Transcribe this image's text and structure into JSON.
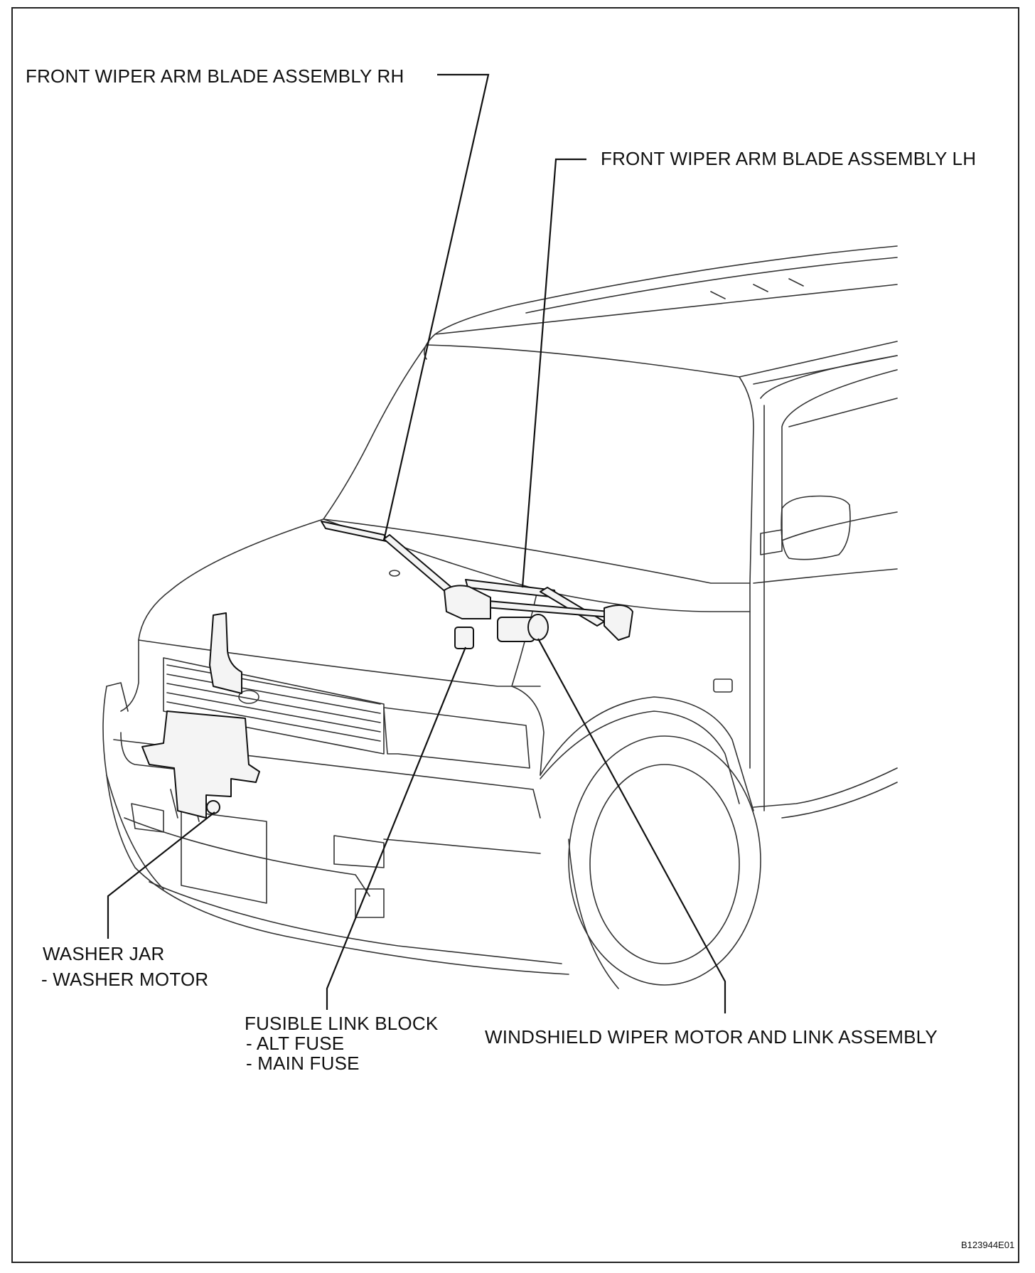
{
  "labels": {
    "rh_blade": "FRONT WIPER ARM BLADE ASSEMBLY RH",
    "lh_blade": "FRONT WIPER ARM BLADE ASSEMBLY LH",
    "washer_jar": "WASHER JAR",
    "washer_motor": "- WASHER MOTOR",
    "fusible_link": "FUSIBLE LINK BLOCK",
    "alt_fuse": "- ALT FUSE",
    "main_fuse": "- MAIN FUSE",
    "wiper_motor": "WINDSHIELD WIPER MOTOR AND LINK ASSEMBLY"
  },
  "figure_code": "B123944E01"
}
